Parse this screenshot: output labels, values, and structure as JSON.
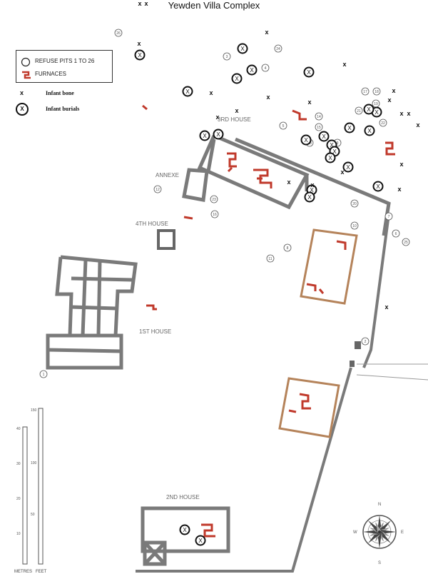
{
  "title": "Yewden Villa Complex",
  "legend": {
    "refuse_pits": "REFUSE PITS 1 TO 26",
    "furnaces": "FURNACES",
    "infant_bone": "Infant bone",
    "infant_burials": "Infant burials",
    "infant_bone_symbol": "x",
    "infant_burial_symbol": "X"
  },
  "labels": {
    "annexe": "ANNEXE",
    "third_house": "3RD HOUSE",
    "fourth_house": "4TH HOUSE",
    "first_house": "1ST HOUSE",
    "second_house": "2ND HOUSE"
  },
  "scale": {
    "metres_label": "METRES",
    "feet_label": "FEET",
    "metres_ticks": [
      "40",
      "30",
      "20",
      "10"
    ],
    "feet_ticks": [
      "150",
      "100",
      "50"
    ]
  },
  "compass": {
    "n": "N",
    "s": "S",
    "e": "E",
    "w": "W"
  },
  "pits": [
    "26",
    "3",
    "4",
    "5",
    "17",
    "18",
    "19",
    "22",
    "21",
    "14",
    "15",
    "13",
    "12",
    "9",
    "23",
    "16",
    "20",
    "10",
    "8",
    "11",
    "7",
    "6",
    "25",
    "2",
    "1",
    "24"
  ],
  "colors": {
    "furnace": "#c0392b",
    "wall": "#7a7a7a",
    "wall_outline": "#3a3a3a",
    "enclosure": "#b5835a"
  }
}
